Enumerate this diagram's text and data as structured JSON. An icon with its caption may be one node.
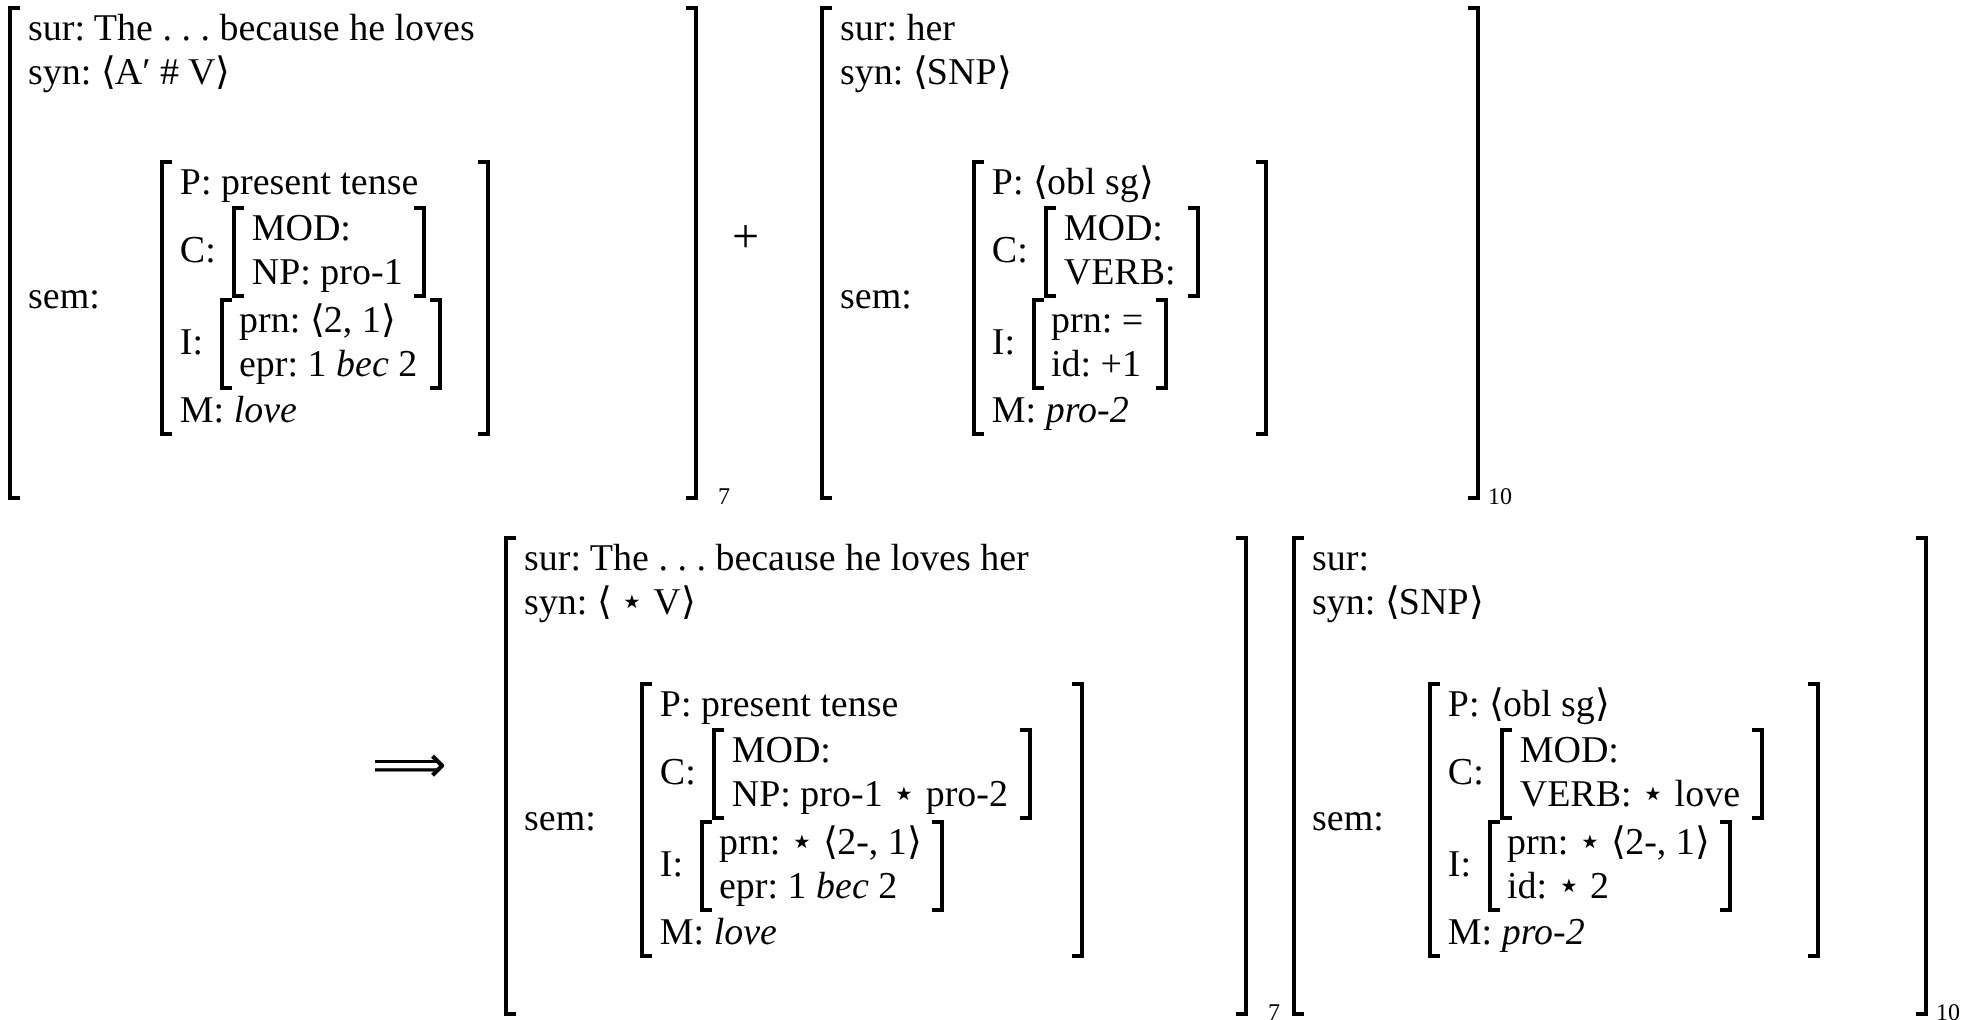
{
  "diagram": {
    "nodes": [
      {
        "text": [
          "sur: The . . . because he loves",
          "syn: ⟨A′ # V⟩",
          "sem:"
        ],
        "beside": [
          "7"
        ]
      },
      {
        "text": [
          "P: present tense",
          "C:",
          "I:",
          "M: *love*"
        ],
        "in": 0
      },
      {
        "text": [
          "MOD:",
          "NP: pro-1"
        ],
        "in": 1
      },
      {
        "text": [
          "prn: ⟨2, 1⟩",
          "epr: 1 *bec* 2"
        ],
        "in": 1
      },
      {
        "text": [
          "sur: her",
          "syn: ⟨SNP⟩",
          "sem:"
        ],
        "beside": [
          "10"
        ]
      },
      {
        "text": [
          "P: ⟨obl sg⟩",
          "C:",
          "I:",
          "M: *pro-2*"
        ],
        "in": 4
      },
      {
        "text": [
          "MOD:",
          "VERB:"
        ],
        "in": 5
      },
      {
        "text": [
          "prn: =",
          "id: +1"
        ],
        "in": 5
      },
      {
        "text": [
          "sur: The . . . because he loves her",
          "syn: ⟨ ⋆ V⟩",
          "sem:"
        ],
        "beside": [
          "7"
        ]
      },
      {
        "text": [
          "P: present tense",
          "C:",
          "I:",
          "M: *love*"
        ],
        "in": 8
      },
      {
        "text": [
          "MOD:",
          "NP: pro-1 ⋆ pro-2"
        ],
        "in": 9
      },
      {
        "text": [
          "prn: ⋆ ⟨2-, 1⟩",
          "epr: 1 *bec* 2"
        ],
        "in": 9
      },
      {
        "text": [
          "sur:",
          "syn: ⟨SNP⟩",
          "sem:"
        ],
        "beside": [
          "10"
        ]
      },
      {
        "text": [
          "P: ⟨obl sg⟩",
          "C:",
          "I:",
          "M: *pro-2*"
        ],
        "in": 12
      },
      {
        "text": [
          "MOD:",
          "VERB: ⋆ love"
        ],
        "in": 13
      },
      {
        "text": [
          "prn: ⋆ ⟨2-, 1⟩",
          "id: ⋆ 2"
        ],
        "in": 13
      }
    ],
    "labels": [
      "+",
      "⟹"
    ]
  }
}
